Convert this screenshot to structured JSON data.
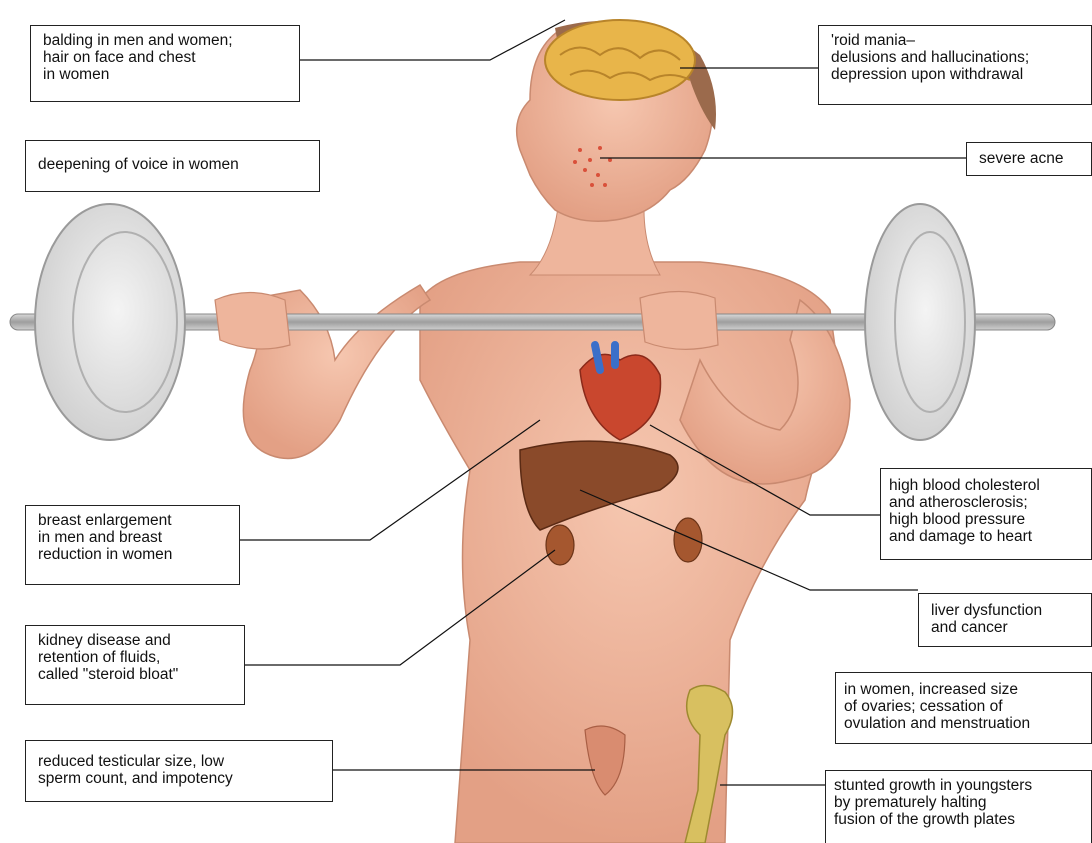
{
  "labels": {
    "balding": [
      "balding in men and women;",
      "hair on face and chest",
      "in women"
    ],
    "voice": [
      "deepening of voice in women"
    ],
    "breast": [
      "breast enlargement",
      "in men and breast",
      "reduction in women"
    ],
    "kidney": [
      "kidney disease and",
      "retention of fluids,",
      "called \"steroid bloat\""
    ],
    "testes": [
      "reduced testicular size, low",
      "sperm count, and impotency"
    ],
    "roid": [
      "'roid mania–",
      "delusions and hallucinations;",
      "depression upon withdrawal"
    ],
    "acne": [
      "severe acne"
    ],
    "heart": [
      "high blood cholesterol",
      "and atherosclerosis;",
      "high blood pressure",
      "and damage to heart"
    ],
    "liver": [
      "liver dysfunction",
      "and cancer"
    ],
    "ovaries": [
      "in women, increased size",
      "of ovaries; cessation of",
      "ovulation and menstruation"
    ],
    "growth": [
      "stunted growth in youngsters",
      "by prematurely halting",
      "fusion of the growth plates"
    ]
  },
  "colors": {
    "skin": "#f2b8a0",
    "skin_shadow": "#d98c70",
    "hair": "#9b6a4c",
    "brain": "#e8b54a",
    "heart": "#c9472e",
    "liver": "#8a4a2a",
    "bone": "#d8c060",
    "bar": "#a9a9a9"
  }
}
